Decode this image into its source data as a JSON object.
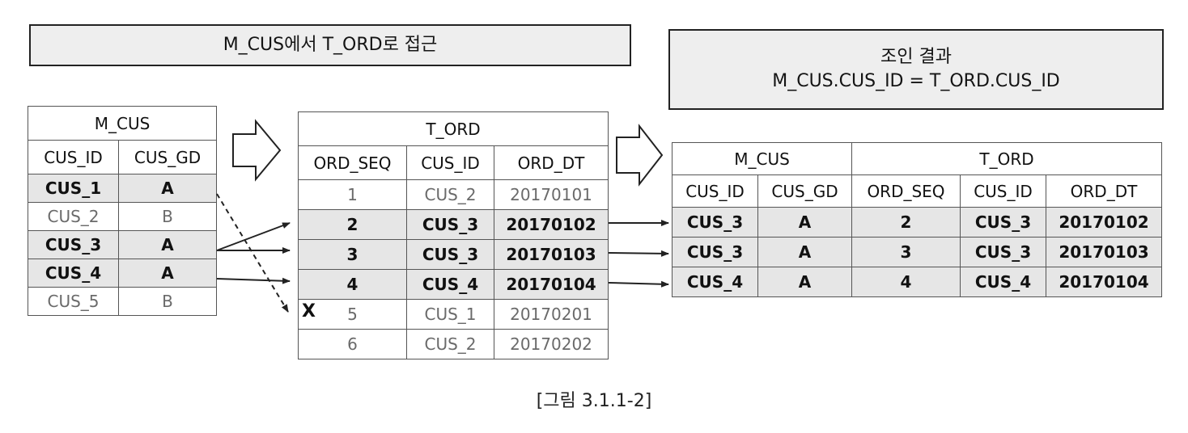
{
  "top_left_box": {
    "text": "M_CUS에서 T_ORD로 접근"
  },
  "top_right_box": {
    "line1": "조인 결과",
    "line2": "M_CUS.CUS_ID = T_ORD.CUS_ID"
  },
  "m_cus": {
    "title": "M_CUS",
    "columns": [
      "CUS_ID",
      "CUS_GD"
    ],
    "rows": [
      {
        "cells": [
          "CUS_1",
          "A"
        ],
        "highlight": true
      },
      {
        "cells": [
          "CUS_2",
          "B"
        ],
        "highlight": false
      },
      {
        "cells": [
          "CUS_3",
          "A"
        ],
        "highlight": true
      },
      {
        "cells": [
          "CUS_4",
          "A"
        ],
        "highlight": true
      },
      {
        "cells": [
          "CUS_5",
          "B"
        ],
        "highlight": false
      }
    ]
  },
  "t_ord": {
    "title": "T_ORD",
    "columns": [
      "ORD_SEQ",
      "CUS_ID",
      "ORD_DT"
    ],
    "rows": [
      {
        "cells": [
          "1",
          "CUS_2",
          "20170101"
        ],
        "highlight": false
      },
      {
        "cells": [
          "2",
          "CUS_3",
          "20170102"
        ],
        "highlight": true
      },
      {
        "cells": [
          "3",
          "CUS_3",
          "20170103"
        ],
        "highlight": true
      },
      {
        "cells": [
          "4",
          "CUS_4",
          "20170104"
        ],
        "highlight": true
      },
      {
        "cells": [
          "5",
          "CUS_1",
          "20170201"
        ],
        "highlight": false
      },
      {
        "cells": [
          "6",
          "CUS_2",
          "20170202"
        ],
        "highlight": false
      }
    ],
    "miss_marker": "X"
  },
  "result": {
    "group_m_cus": "M_CUS",
    "group_t_ord": "T_ORD",
    "columns": [
      "CUS_ID",
      "CUS_GD",
      "ORD_SEQ",
      "CUS_ID",
      "ORD_DT"
    ],
    "rows": [
      [
        "CUS_3",
        "A",
        "2",
        "CUS_3",
        "20170102"
      ],
      [
        "CUS_3",
        "A",
        "3",
        "CUS_3",
        "20170103"
      ],
      [
        "CUS_4",
        "A",
        "4",
        "CUS_4",
        "20170104"
      ]
    ]
  },
  "caption": "[그림 3.1.1-2]"
}
